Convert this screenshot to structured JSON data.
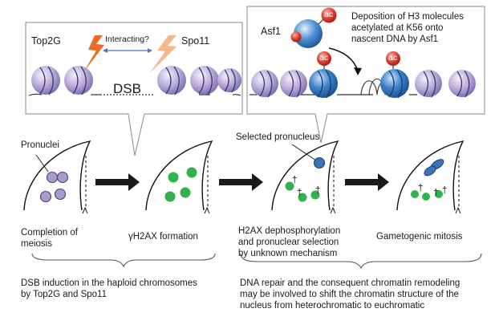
{
  "top_left_panel": {
    "protein_a": "Top2G",
    "protein_b": "Spo11",
    "interaction_label": "Interacting?",
    "break_label": "DSB"
  },
  "top_right_panel": {
    "chaperone_label": "Asf1",
    "acetyl_mark": "ac",
    "description": "Deposition of H3 molecules\nacetylated at K56 onto\nnascent DNA by Asf1"
  },
  "labels": {
    "pronuclei": "Pronuclei",
    "selected_pronucleus": "Selected pronucleus"
  },
  "stages": [
    {
      "label": "Completion of\nmeiosis"
    },
    {
      "label": "γH2AX formation"
    },
    {
      "label": "H2AX dephosphorylation\nand pronuclear selection\nby unknown mechanism"
    },
    {
      "label": "Gametogenic mitosis"
    }
  ],
  "dagger": "†",
  "bottom_notes": {
    "left": "DSB induction in the haploid chromosomes\nby Top2G and Spo11",
    "right": "DNA repair and the consequent chromatin remodeling\nmay be involved to shift the chromatin structure of the\nnucleus from heterochromatic to euchromatic"
  },
  "colors": {
    "nucleosome": "#b3a9d6",
    "acetylated_nucleosome": "#2d6fb8",
    "acetyl_tag": "#e23a2b",
    "gh2ax_spot": "#2fb34a",
    "pronucleus": "#a99cc9",
    "selected_pronucleus": "#3f73b8",
    "top2g_bolt": "#ef6b22",
    "spo11_bolt": "#f3b98d",
    "arrow": "#1a1a1a"
  }
}
